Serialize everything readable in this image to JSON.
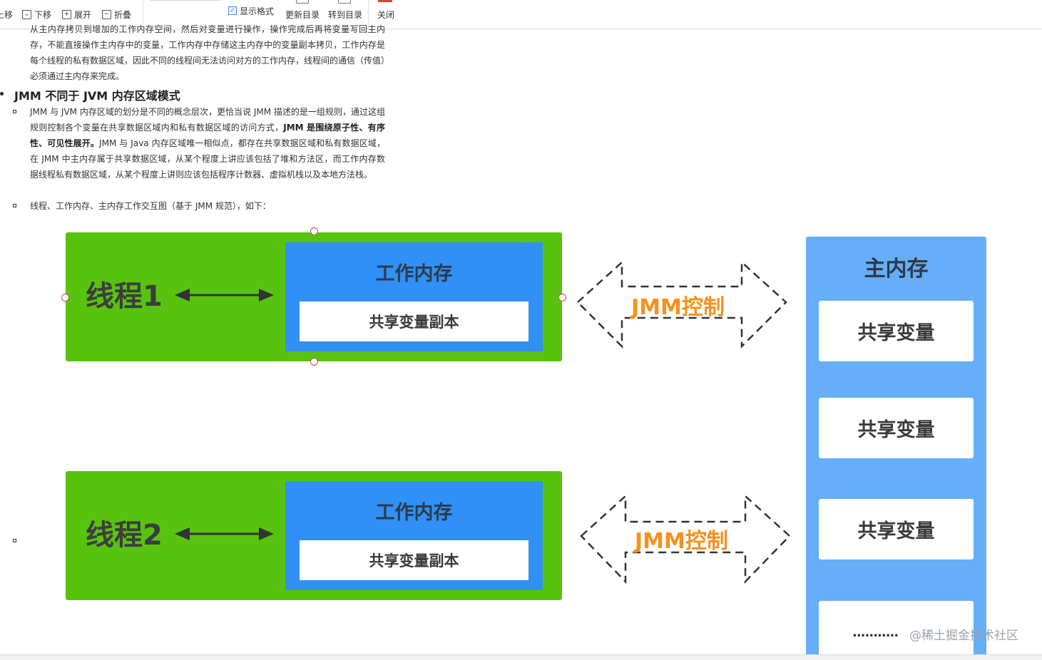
{
  "toolbar": {
    "move_up": "上移",
    "move_down": "下移",
    "expand": "展开",
    "collapse": "折叠",
    "show_format": "显示格式",
    "update_toc": "更新目录",
    "goto_toc": "转到目录",
    "close": "关闭"
  },
  "document": {
    "para_top": "从主内存拷贝到增加的工作内存空间，然后对变量进行操作，操作完成后再将变量写回主内存，不能直接操作主内存中的变量，工作内存中存储这主内存中的变量副本拷贝，工作内存是每个线程的私有数据区域，因此不同的线程间无法访问对方的工作内存，线程间的通信（传值）必须通过主内存来完成。",
    "heading": "JMM 不同于 JVM 内存区域模式",
    "para2_a": "JMM 与 JVM 内存区域的划分是不同的概念层次，更恰当说 JMM 描述的是一组规则，通过这组规则控制各个变量在共享数据区域内和私有数据区域的访问方式，",
    "para2_bold": "JMM 是围绕原子性、有序性、可见性展开。",
    "para2_b": "JMM 与 Java 内存区域唯一相似点，都存在共享数据区域和私有数据区域，在 JMM 中主内存属于共享数据区域，从某个程度上讲应该包括了堆和方法区，而工作内存数据线程私有数据区域，从某个程度上讲则应该包括程序计数器、虚拟机栈以及本地方法栈。",
    "para3": "线程、工作内存、主内存工作交互图（基于 JMM 规范），如下："
  },
  "diagram": {
    "thread1": "线程1",
    "thread2": "线程2",
    "work_mem": "工作内存",
    "shared_copy": "共享变量副本",
    "jmm_control": "JMM控制",
    "main_mem": "主内存",
    "shared_var": "共享变量",
    "ellipsis": "...........",
    "watermark": "@稀土掘金技术社区"
  },
  "colors": {
    "thread_green": "#58c30f",
    "work_blue": "#3090f5",
    "main_blue": "#66aef7",
    "jmm_orange": "#f5921e"
  }
}
